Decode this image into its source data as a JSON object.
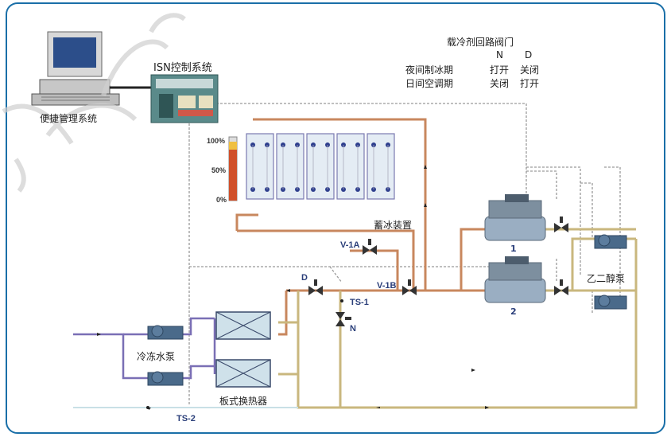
{
  "title_isn": "ISN控制系统",
  "mgmt_label": "便捷管理系统",
  "valve_table": {
    "title": "载冷剂回路阀门",
    "col_n": "N",
    "col_d": "D",
    "row1_label": "夜间制冰期",
    "row1_n": "打开",
    "row1_d": "关闭",
    "row2_label": "日间空调期",
    "row2_n": "关闭",
    "row2_d": "打开"
  },
  "ice_storage": {
    "label": "蓄冰装置",
    "level_100": "100%",
    "level_50": "50%",
    "level_0": "0%"
  },
  "chiller_1": "1",
  "chiller_2": "2",
  "glycol_pump": "乙二醇泵",
  "chilled_water_pump": "冷冻水泵",
  "plate_hx": "板式换热器",
  "tags": {
    "v1a": "V-1A",
    "v1b": "V-1B",
    "d": "D",
    "n": "N",
    "ts1": "TS-1",
    "ts2": "TS-2"
  },
  "colors": {
    "frame": "#1a6fa8",
    "warm_pipe": "#c8875e",
    "cool_pipe": "#c9b77e",
    "supply_pipe": "#7a6fb5",
    "control_line": "#9a9a9a",
    "label_blue": "#2b3f7a"
  }
}
